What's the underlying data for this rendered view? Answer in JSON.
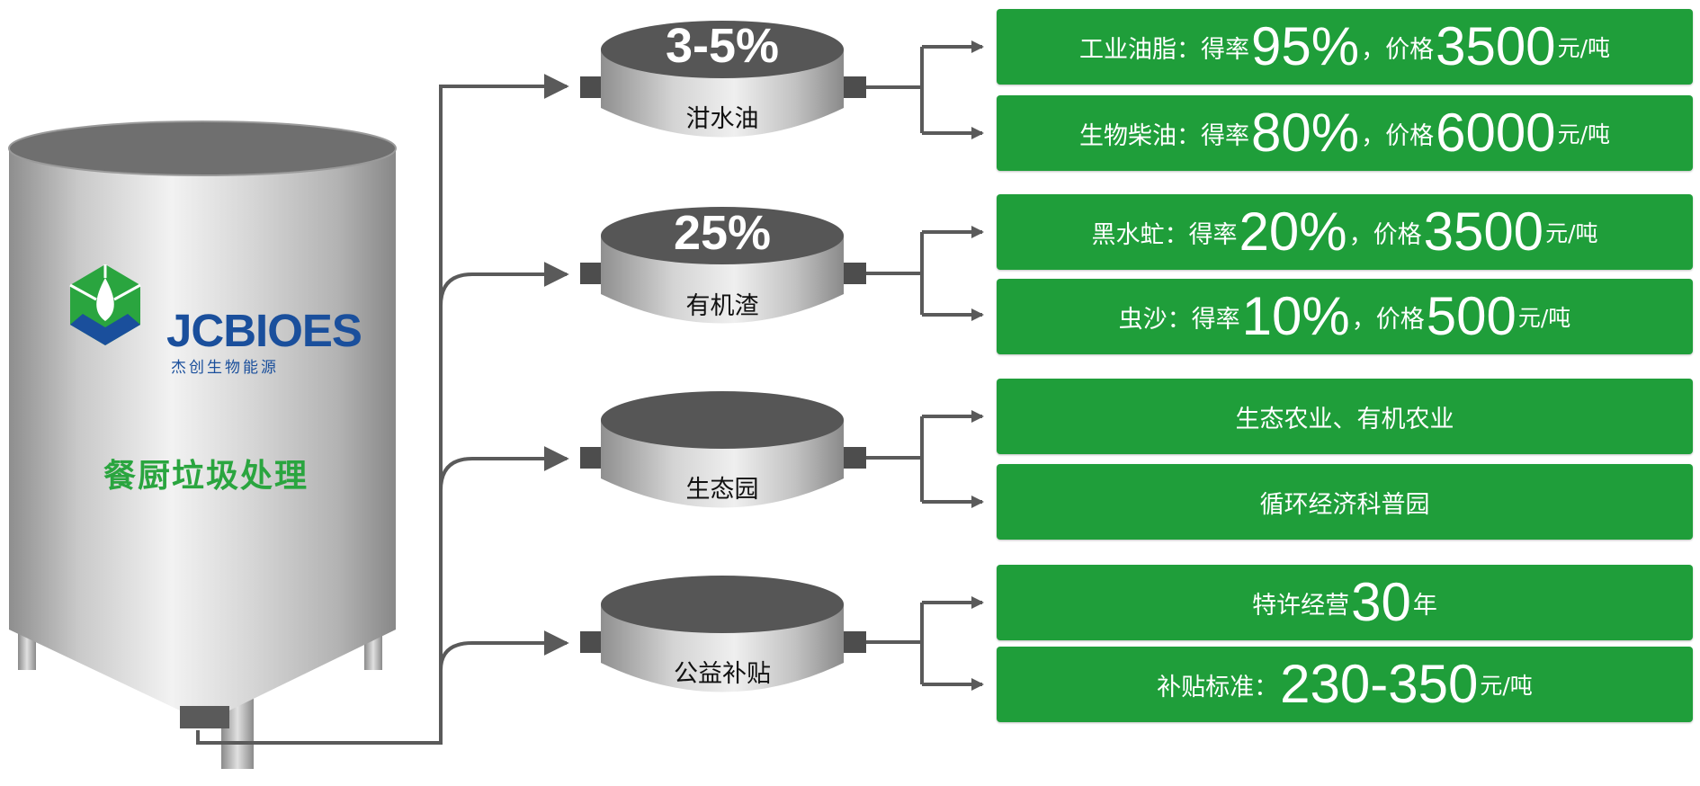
{
  "logo": {
    "brand": "JCBIOES",
    "brand_cn": "杰创生物能源"
  },
  "tank": {
    "label": "餐厨垃圾处理"
  },
  "streams": [
    {
      "name": "泔水油",
      "percent": "3-5%",
      "products": [
        {
          "pre": "工业油脂：得率",
          "rate": "95%",
          "mid": "，价格",
          "price": "3500",
          "unit": "元/吨"
        },
        {
          "pre": "生物柴油：得率",
          "rate": "80%",
          "mid": "，价格",
          "price": "6000",
          "unit": "元/吨"
        }
      ]
    },
    {
      "name": "有机渣",
      "percent": "25%",
      "products": [
        {
          "pre": "黑水虻：得率",
          "rate": "20%",
          "mid": "，价格",
          "price": "3500",
          "unit": "元/吨"
        },
        {
          "pre": "虫沙：得率",
          "rate": "10%",
          "mid": "，价格",
          "price": "500",
          "unit": "元/吨"
        }
      ]
    },
    {
      "name": "生态园",
      "percent": "",
      "products": [
        {
          "text": "生态农业、有机农业"
        },
        {
          "text": "循环经济科普园"
        }
      ]
    },
    {
      "name": "公益补贴",
      "percent": "",
      "products": [
        {
          "pre": "特许经营",
          "value": "30",
          "post": "年"
        },
        {
          "pre": "补贴标准：",
          "value": "230-350",
          "post": "元/吨"
        }
      ]
    }
  ],
  "colors": {
    "green": "#1f9e3a",
    "gray": "#5a5a5a",
    "blue": "#1a4f9c",
    "logo_green": "#2aa53f"
  }
}
